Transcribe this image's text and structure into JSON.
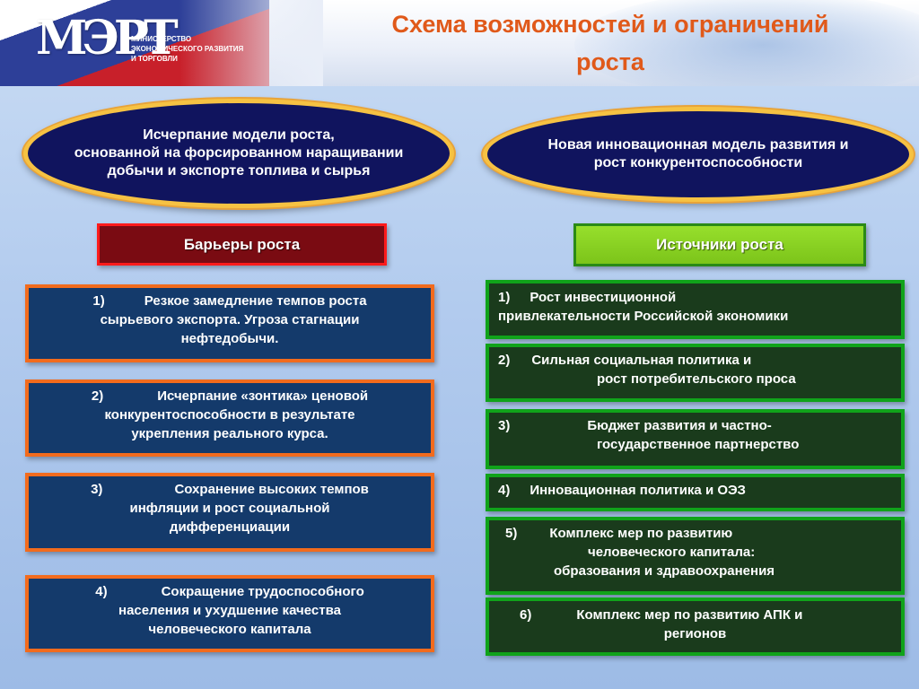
{
  "header": {
    "title_line1": "Схема возможностей и ограничений",
    "title_line2": "роста",
    "logo": {
      "mark": "МЭРТ",
      "line1": "Министерство",
      "line2": "экономического развития",
      "line3": "и торговли"
    }
  },
  "ovals": {
    "left": {
      "line1": "Исчерпание модели роста,",
      "line2": "основанной на форсированном наращивании",
      "line3": "добычи и экспорте топлива и сырья"
    },
    "right": {
      "line1": "Новая инновационная модель развития и",
      "line2": "рост конкурентоспособности"
    }
  },
  "barriers": {
    "heading": "Барьеры роста",
    "items": [
      {
        "num": "1)",
        "line1": "Резкое замедление темпов роста",
        "line2": "сырьевого экспорта. Угроза стагнации",
        "line3": "нефтедобычи."
      },
      {
        "num": "2)",
        "line1": "Исчерпание «зонтика» ценовой",
        "line2": "конкурентоспособности в результате",
        "line3": "укрепления реального курса."
      },
      {
        "num": "3)",
        "line1": "Сохранение высоких темпов",
        "line2": "инфляции и рост социальной",
        "line3": "дифференциации"
      },
      {
        "num": "4)",
        "line1": "Сокращение трудоспособного",
        "line2": "населения и ухудшение качества",
        "line3": "человеческого капитала"
      }
    ]
  },
  "sources": {
    "heading": "Источники  роста",
    "items": [
      {
        "num": "1)",
        "line1": "Рост инвестиционной",
        "line2": "привлекательности Российской экономики"
      },
      {
        "num": "2)",
        "line1": "Сильная  социальная  политика  и",
        "line2": "рост потребительского проса"
      },
      {
        "num": "3)",
        "line1": "Бюджет развития и  частно-",
        "line2": "государственное партнерство"
      },
      {
        "num": "4)",
        "line1": "Инновационная политика и ОЭЗ"
      },
      {
        "num": "5)",
        "line1": "Комплекс мер по развитию",
        "line2": "человеческого капитала:",
        "line3": "образования и здравоохранения"
      },
      {
        "num": "6)",
        "line1": "Комплекс мер по развитию АПК и",
        "line2": "регионов"
      }
    ]
  },
  "colors": {
    "title": "#e0591a",
    "oval_fill": "#10145e",
    "oval_border": "#f6c243",
    "barriers_fill": "#143a6b",
    "barriers_border": "#f26b1d",
    "sources_fill": "#1a3b1c",
    "sources_border": "#10a31a",
    "barriers_heading_fill": "#7a0b12",
    "sources_heading_fill": "#8ad324"
  }
}
